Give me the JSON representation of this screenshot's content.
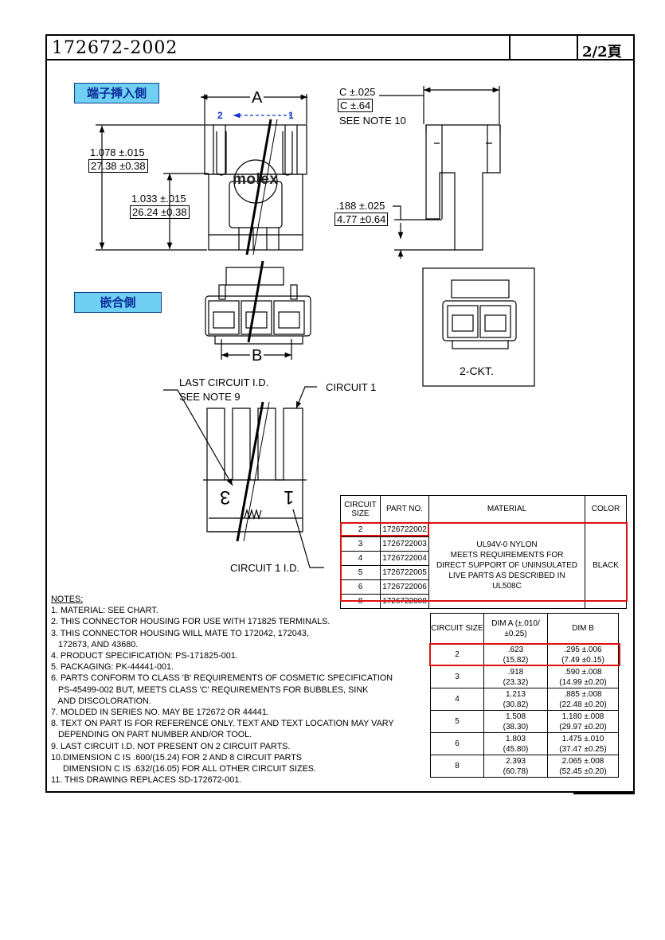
{
  "header": {
    "part_number": "172672-2002",
    "page": "2/2頁"
  },
  "views": {
    "terminal_side_label": "端子挿入側",
    "mating_side_label": "嵌合側",
    "dim_A": "A",
    "dim_B": "B",
    "circuit_arrow_2": "2",
    "circuit_arrow_1": "1",
    "logo": "molex",
    "dim_1078": "1.078 ±.015",
    "dim_2738": "27.38 ±0.38",
    "dim_1033": "1.033 ±.015",
    "dim_2624": "26.24 ±0.38",
    "dim_c_in": "C ±.025",
    "dim_c_mm": "C ±.64",
    "see_note_10": "SEE NOTE 10",
    "dim_188": ".188 ±.025",
    "dim_477": "4.77 ±0.64",
    "two_ckt": "2-CKT.",
    "last_circuit": "LAST CIRCUIT I.D.",
    "see_note_9": "SEE NOTE 9",
    "circuit_1": "CIRCUIT 1",
    "circuit_1_id": "CIRCUIT 1 I.D.",
    "mark_3": "3",
    "mark_1": "1"
  },
  "part_table": {
    "headers": [
      "CIRCUIT SIZE",
      "PART NO.",
      "MATERIAL",
      "COLOR"
    ],
    "rows": [
      {
        "size": "2",
        "part": "1726722002"
      },
      {
        "size": "3",
        "part": "1726722003"
      },
      {
        "size": "4",
        "part": "1726722004"
      },
      {
        "size": "5",
        "part": "1726722005"
      },
      {
        "size": "6",
        "part": "1726722006"
      },
      {
        "size": "8",
        "part": "1726722008"
      }
    ],
    "material": "UL94V-0 NYLON\nMEETS REQUIREMENTS FOR\nDIRECT SUPPORT OF UNINSULATED\nLIVE PARTS AS DESCRIBED IN\nUL508C",
    "color": "BLACK",
    "highlight_color": "#d11111"
  },
  "dim_table": {
    "headers": [
      "CIRCUIT SIZE",
      "DIM A (±.010/±0.25)",
      "DIM B"
    ],
    "rows": [
      {
        "size": "2",
        "a_in": ".623",
        "a_mm": "(15.82)",
        "b_in": ".295 ±.006",
        "b_mm": "(7.49 ±0.15)"
      },
      {
        "size": "3",
        "a_in": ".918",
        "a_mm": "(23.32)",
        "b_in": ".590 ±.008",
        "b_mm": "(14.99 ±0.20)"
      },
      {
        "size": "4",
        "a_in": "1.213",
        "a_mm": "(30.82)",
        "b_in": ".885 ±.008",
        "b_mm": "(22.48 ±0.20)"
      },
      {
        "size": "5",
        "a_in": "1.508",
        "a_mm": "(38.30)",
        "b_in": "1.180 ±.008",
        "b_mm": "(29.97 ±0.20)"
      },
      {
        "size": "6",
        "a_in": "1.803",
        "a_mm": "(45.80)",
        "b_in": "1.475 ±.010",
        "b_mm": "(37.47 ±0.25)"
      },
      {
        "size": "8",
        "a_in": "2.393",
        "a_mm": "(60.78)",
        "b_in": "2.065 ±.008",
        "b_mm": "(52.45 ±0.20)"
      }
    ]
  },
  "notes": {
    "title": "NOTES:",
    "lines": [
      "1. MATERIAL: SEE CHART.",
      "2. THIS CONNECTOR HOUSING FOR USE WITH 171825 TERMINALS.",
      "3. THIS CONNECTOR HOUSING WILL MATE TO 172042, 172043,",
      "   172673, AND 43680.",
      "4. PRODUCT SPECIFICATION: PS-171825-001.",
      "5. PACKAGING: PK-44441-001.",
      "6. PARTS CONFORM TO CLASS 'B' REQUIREMENTS OF COSMETIC SPECIFICATION",
      "   PS-45499-002 BUT, MEETS CLASS 'C' REQUIREMENTS FOR BUBBLES, SINK",
      "   AND DISCOLORATION.",
      "7. MOLDED IN SERIES NO. MAY BE 172672 OR 44441.",
      "8. TEXT ON PART IS FOR REFERENCE ONLY. TEXT AND TEXT LOCATION MAY VARY",
      "   DEPENDING ON PART NUMBER AND/OR TOOL.",
      "9. LAST CIRCUIT I.D. NOT PRESENT ON 2 CIRCUIT PARTS.",
      "10.DIMENSION C IS .600/(15.24) FOR 2 AND 8 CIRCUIT PARTS",
      "     DIMENSION C IS .632/(16.05) FOR ALL OTHER CIRCUIT SIZES.",
      "11. THIS DRAWING REPLACES SD-172672-001."
    ]
  }
}
